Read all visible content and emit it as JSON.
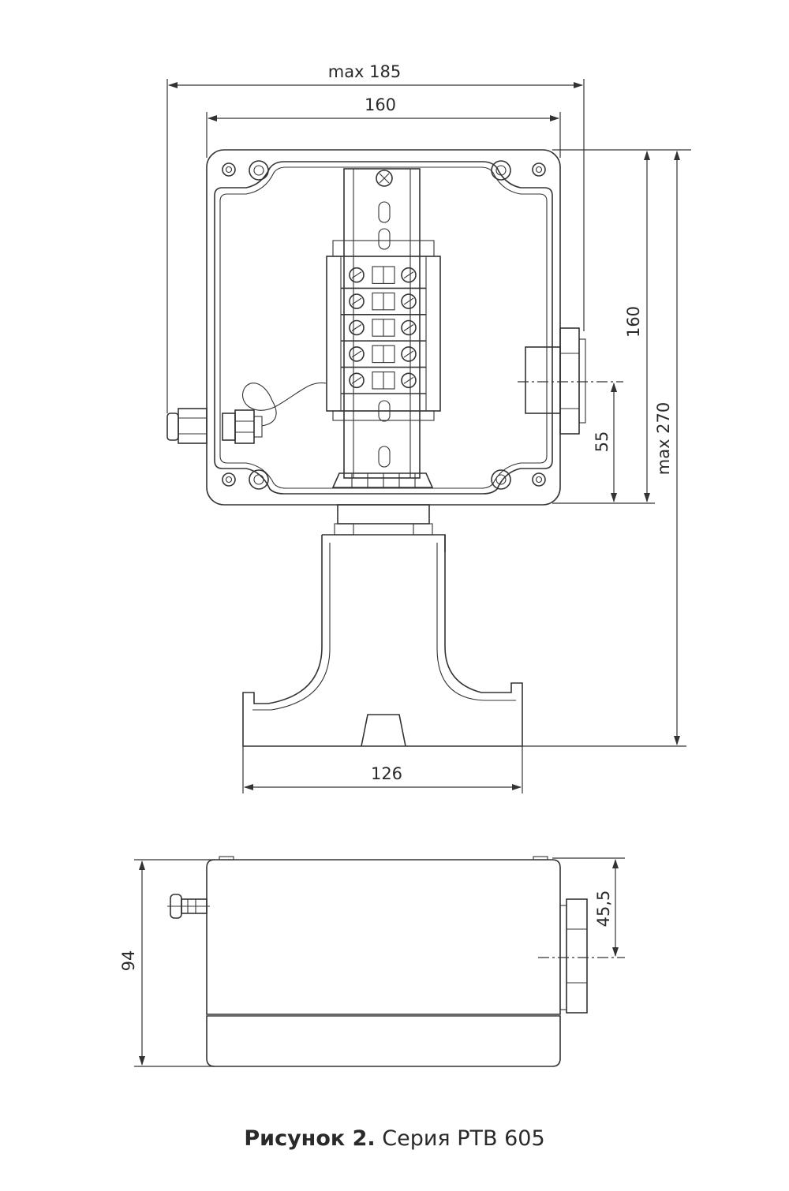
{
  "dimensions": {
    "front_max_width": "max 185",
    "front_width": "160",
    "front_height": "160",
    "front_max_height": "max 270",
    "gland_height": "55",
    "base_width": "126",
    "side_height": "94",
    "side_gland_offset": "45,5"
  },
  "caption": {
    "label": "Рисунок 2.",
    "text": " Серия PTB 605"
  }
}
